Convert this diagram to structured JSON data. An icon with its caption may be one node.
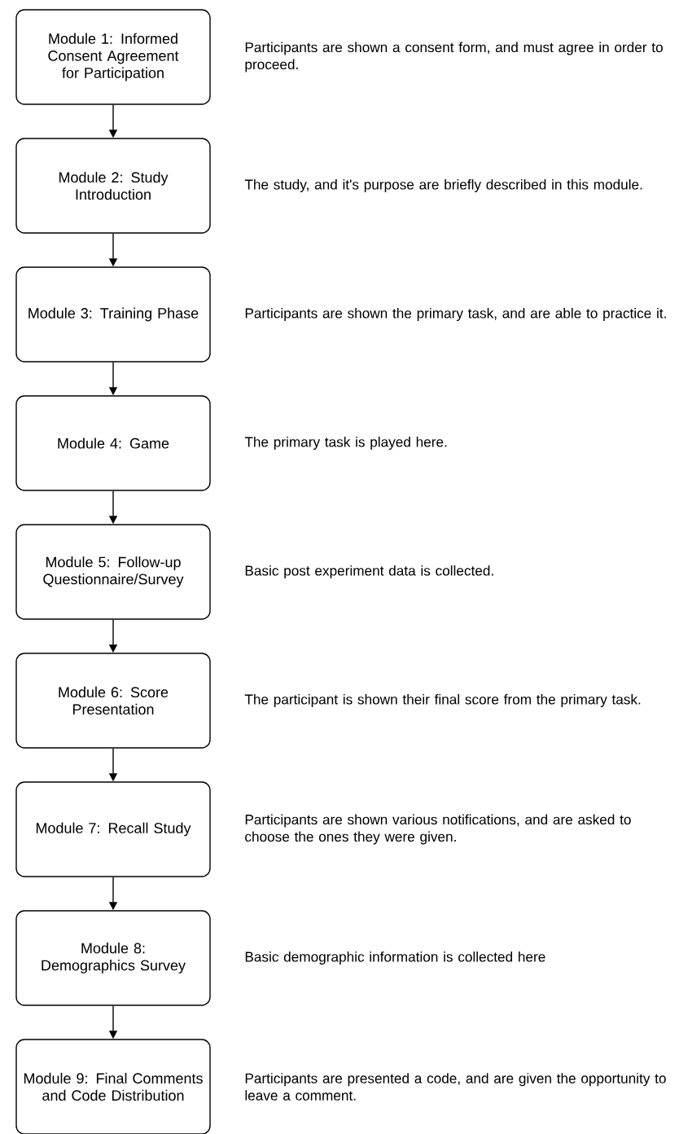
{
  "diagram": {
    "nodes": [
      {
        "text": [
          "Module 1: Informed Consent Agreement for Participation"
        ],
        "beside": [
          "Participants are shown a consent form, and must agree in order to proceed."
        ]
      },
      {
        "text": [
          "Module 2: Study Introduction"
        ],
        "beside": [
          "The study, and it's purpose are briefly described in this module."
        ]
      },
      {
        "text": [
          "Module 3: Training Phase"
        ],
        "beside": [
          "Participants are shown the primary task, and are able to practice it."
        ]
      },
      {
        "text": [
          "Module 4: Game"
        ],
        "beside": [
          "The primary task is played here."
        ]
      },
      {
        "text": [
          "Module 5: Follow-up Questionnaire/Survey"
        ],
        "beside": [
          "Basic post experiment data is collected."
        ]
      },
      {
        "text": [
          "Module 6: Score Presentation"
        ],
        "beside": [
          "The participant is shown their final score from the primary task."
        ]
      },
      {
        "text": [
          "Module 7: Recall Study"
        ],
        "beside": [
          "Participants are shown various notifications, and are asked to choose the ones they were given."
        ]
      },
      {
        "text": [
          "Module 8: Demographics Survey"
        ],
        "beside": [
          "Basic demographic information is collected here"
        ]
      },
      {
        "text": [
          "Module 9: Final Comments and Code Distribution"
        ],
        "beside": [
          "Participants are presented a code, and are given the opportunity to leave a comment."
        ]
      }
    ],
    "edges": [
      {
        "from": 0,
        "to": 1,
        "arrow": "to"
      },
      {
        "from": 1,
        "to": 2,
        "arrow": "to"
      },
      {
        "from": 2,
        "to": 3,
        "arrow": "to"
      },
      {
        "from": 3,
        "to": 4,
        "arrow": "to"
      },
      {
        "from": 4,
        "to": 5,
        "arrow": "to"
      },
      {
        "from": 5,
        "to": 6,
        "arrow": "to"
      },
      {
        "from": 6,
        "to": 7,
        "arrow": "to"
      },
      {
        "from": 7,
        "to": 8,
        "arrow": "to"
      }
    ]
  }
}
